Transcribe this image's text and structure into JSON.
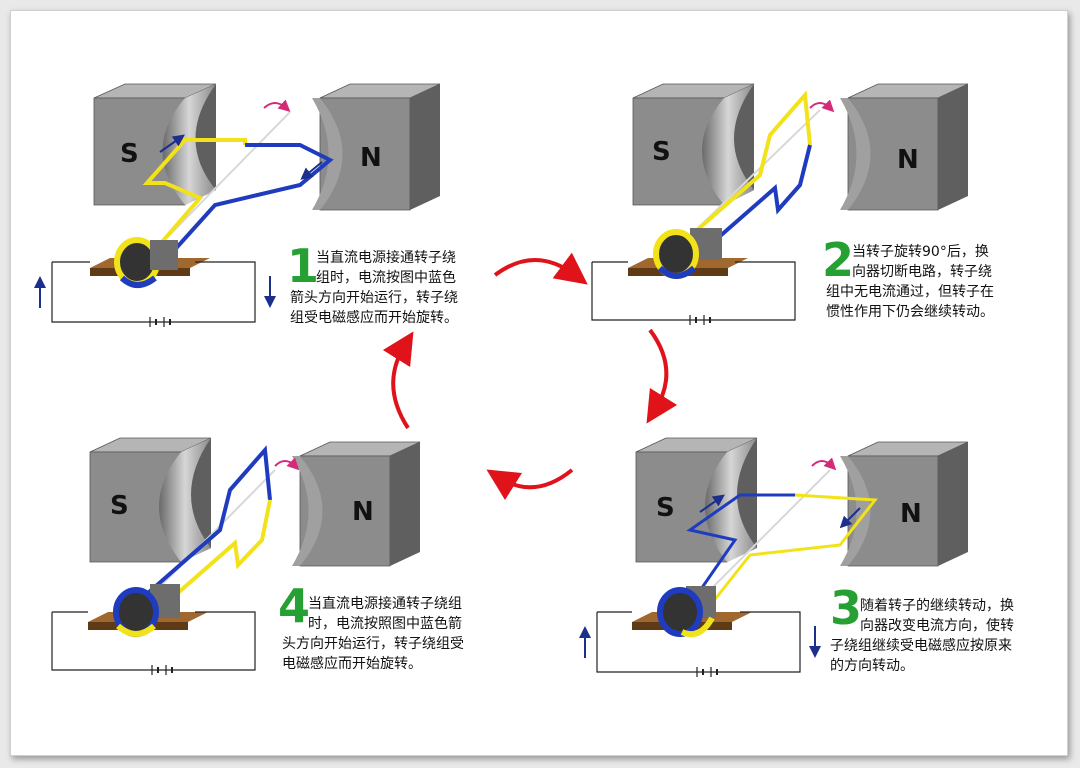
{
  "magnet_labels": {
    "south": "S",
    "north": "N"
  },
  "steps": [
    {
      "number": "1",
      "lines": [
        "当直流电源接通转子绕",
        "组时，电流按图中蓝色",
        "箭头方向开始运行，转子绕",
        "组受电磁感应而开始旋转。"
      ]
    },
    {
      "number": "2",
      "lines": [
        "当转子旋转90°后，换",
        "向器切断电路，转子绕",
        "组中无电流通过，但转子在",
        "惯性作用下仍会继续转动。"
      ]
    },
    {
      "number": "3",
      "lines": [
        "随着转子的继续转动，换",
        "向器改变电流方向，使转",
        "子绕组继续受电磁感应按原来",
        "的方向转动。"
      ]
    },
    {
      "number": "4",
      "lines": [
        "当直流电源接通转子绕组",
        "时，电流按照图中蓝色箭",
        "头方向开始运行，转子绕组受",
        "电磁感应而开始旋转。"
      ]
    }
  ],
  "colors": {
    "magnet_front": "#8c8c8c",
    "magnet_top": "#b5b5b5",
    "magnet_side": "#5f5f5f",
    "coil_yellow": "#f2e21a",
    "coil_blue": "#1f3cbf",
    "cycle_arrow": "#e0121a",
    "step_number": "#27a033",
    "current_arrow": "#1c2f8c",
    "rotation_arrow": "#d42a7a"
  }
}
